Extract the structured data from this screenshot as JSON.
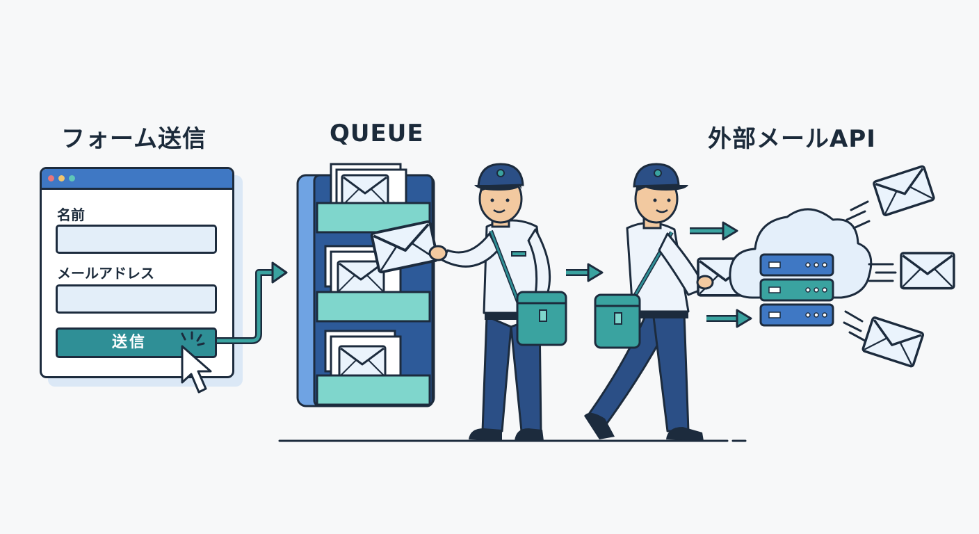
{
  "titles": {
    "form": "フォーム送信",
    "queue": "QUEUE",
    "api": "外部メールAPI"
  },
  "form": {
    "name_label": "名前",
    "email_label": "メールアドレス",
    "submit_label": "送信"
  },
  "colors": {
    "outline": "#1c2b3d",
    "primary_blue": "#3f78c4",
    "teal": "#2f8f96",
    "mint": "#7fd6cc",
    "light_blue": "#e3eef9",
    "navy": "#2b4f86"
  }
}
